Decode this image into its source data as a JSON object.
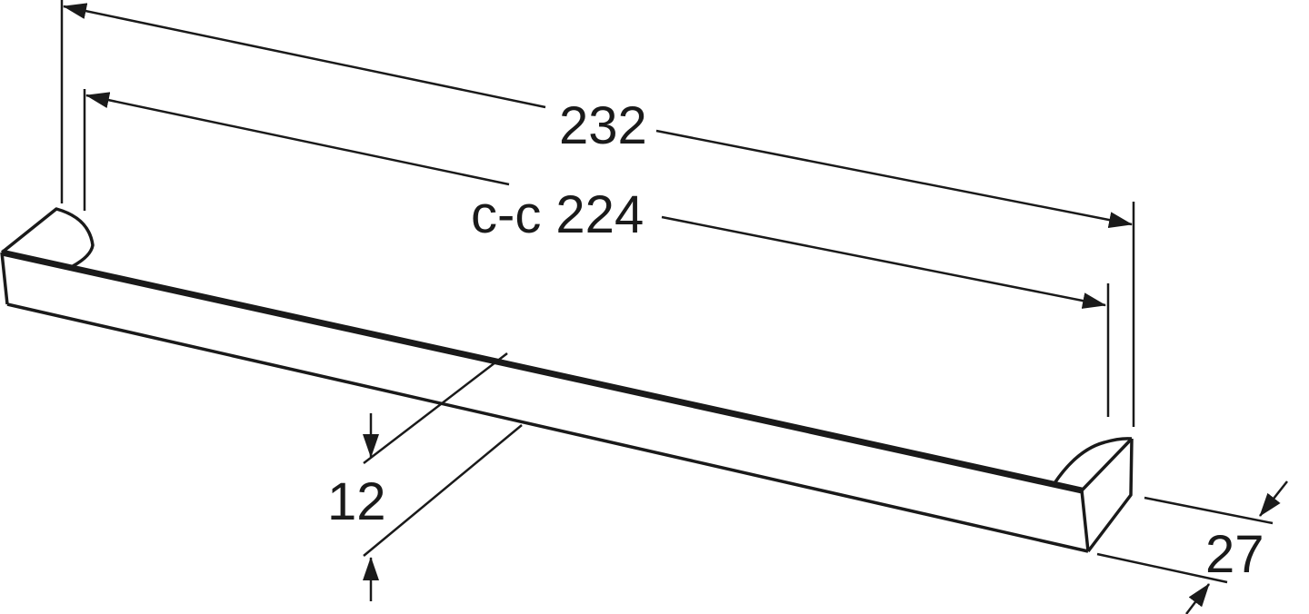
{
  "drawing": {
    "type": "technical dimension drawing",
    "subject": "bar handle (isometric view)",
    "line_color": "#1a1a1a",
    "background": "#ffffff"
  },
  "dimensions": {
    "overall_length": {
      "label": "232",
      "value": 232
    },
    "center_to_center": {
      "label": "c-c 224",
      "value": 224,
      "prefix": "c-c"
    },
    "height": {
      "label": "12",
      "value": 12
    },
    "depth": {
      "label": "27",
      "value": 27
    }
  }
}
